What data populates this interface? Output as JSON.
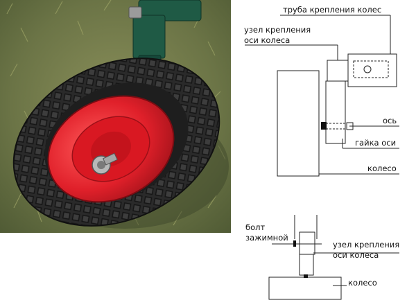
{
  "photo": {
    "subject": "wheel-with-red-rim-on-grass"
  },
  "side_view": {
    "labels": {
      "tube": "труба крепления колес",
      "mount_line1": "узел крепления",
      "mount_line2": "оси колеса",
      "axle": "ось",
      "nut": "гайка оси",
      "wheel": "колесо"
    }
  },
  "top_view": {
    "labels": {
      "bolt_line1": "болт",
      "bolt_line2": "зажимной",
      "mount_line1": "узел крепления",
      "mount_line2": "оси колеса",
      "wheel": "колесо"
    }
  },
  "colors": {
    "grass": "#6f7d4a",
    "rim": "#e0202a",
    "tire": "#252525",
    "frame": "#1f5a45"
  }
}
